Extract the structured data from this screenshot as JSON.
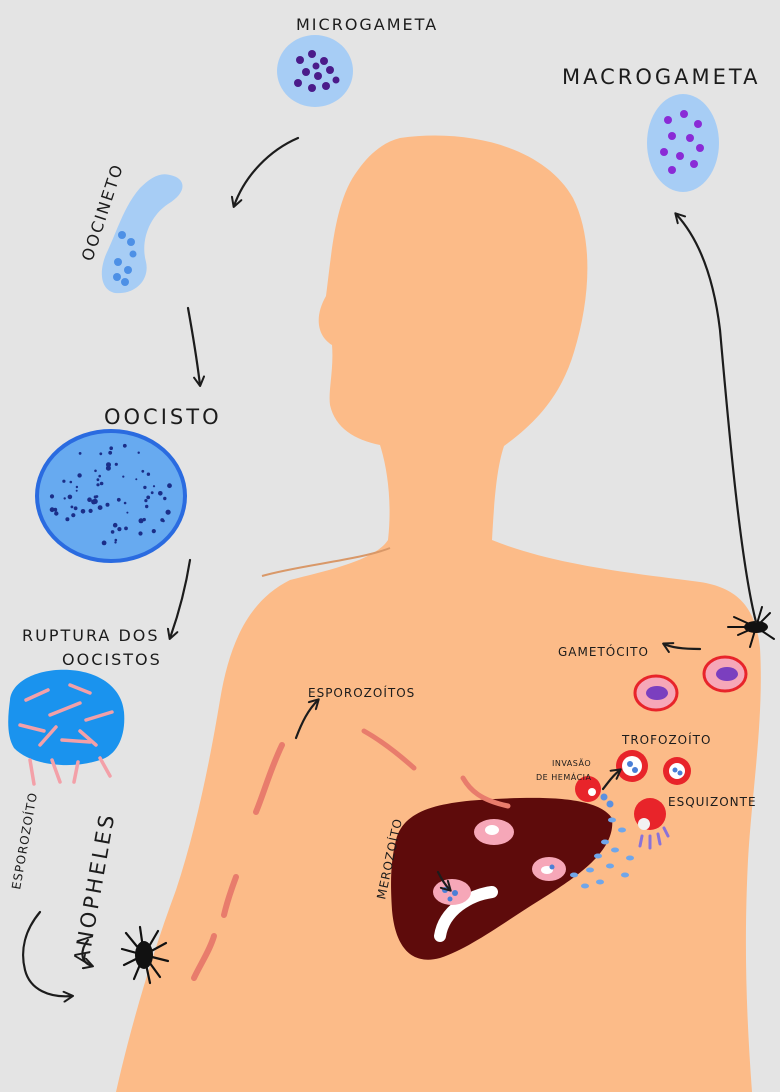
{
  "colors": {
    "background": "#e4e4e4",
    "body_skin": "#fcbb88",
    "liver": "#5e0b0b",
    "gamete_fill": "#a7cdf5",
    "gamete_dots": "#4b1b8a",
    "oocyst_fill": "#67aaf0",
    "oocyst_border": "#2a6be0",
    "sporozoite": "#e87c6c",
    "red_cell": "#e8242a"
  },
  "labels": {
    "microgameta": "MICROGAMETA",
    "macrogameta": "MACROGAMETA",
    "oocineto": "OOCINETO",
    "oocisto": "OOCISTO",
    "ruptura_line1": "RUPTURA DOS",
    "ruptura_line2": "OOCISTOS",
    "esporozoito_vertical": "ESPOROZOÍTO",
    "anopheles": "ANOPHELES",
    "esporozoitos_body": "ESPOROZOÍTOS",
    "merozoito": "MEROZOÍTO",
    "gametocito": "GAMETÓCITO",
    "trofozoito": "TROFOZOÍTO",
    "invasao_line1": "INVASÃO",
    "invasao_line2": "DE HEMÁCIA",
    "esquizonte": "ESQUIZONTE"
  },
  "icons": [
    "mosquito-icon",
    "mosquito-icon"
  ]
}
